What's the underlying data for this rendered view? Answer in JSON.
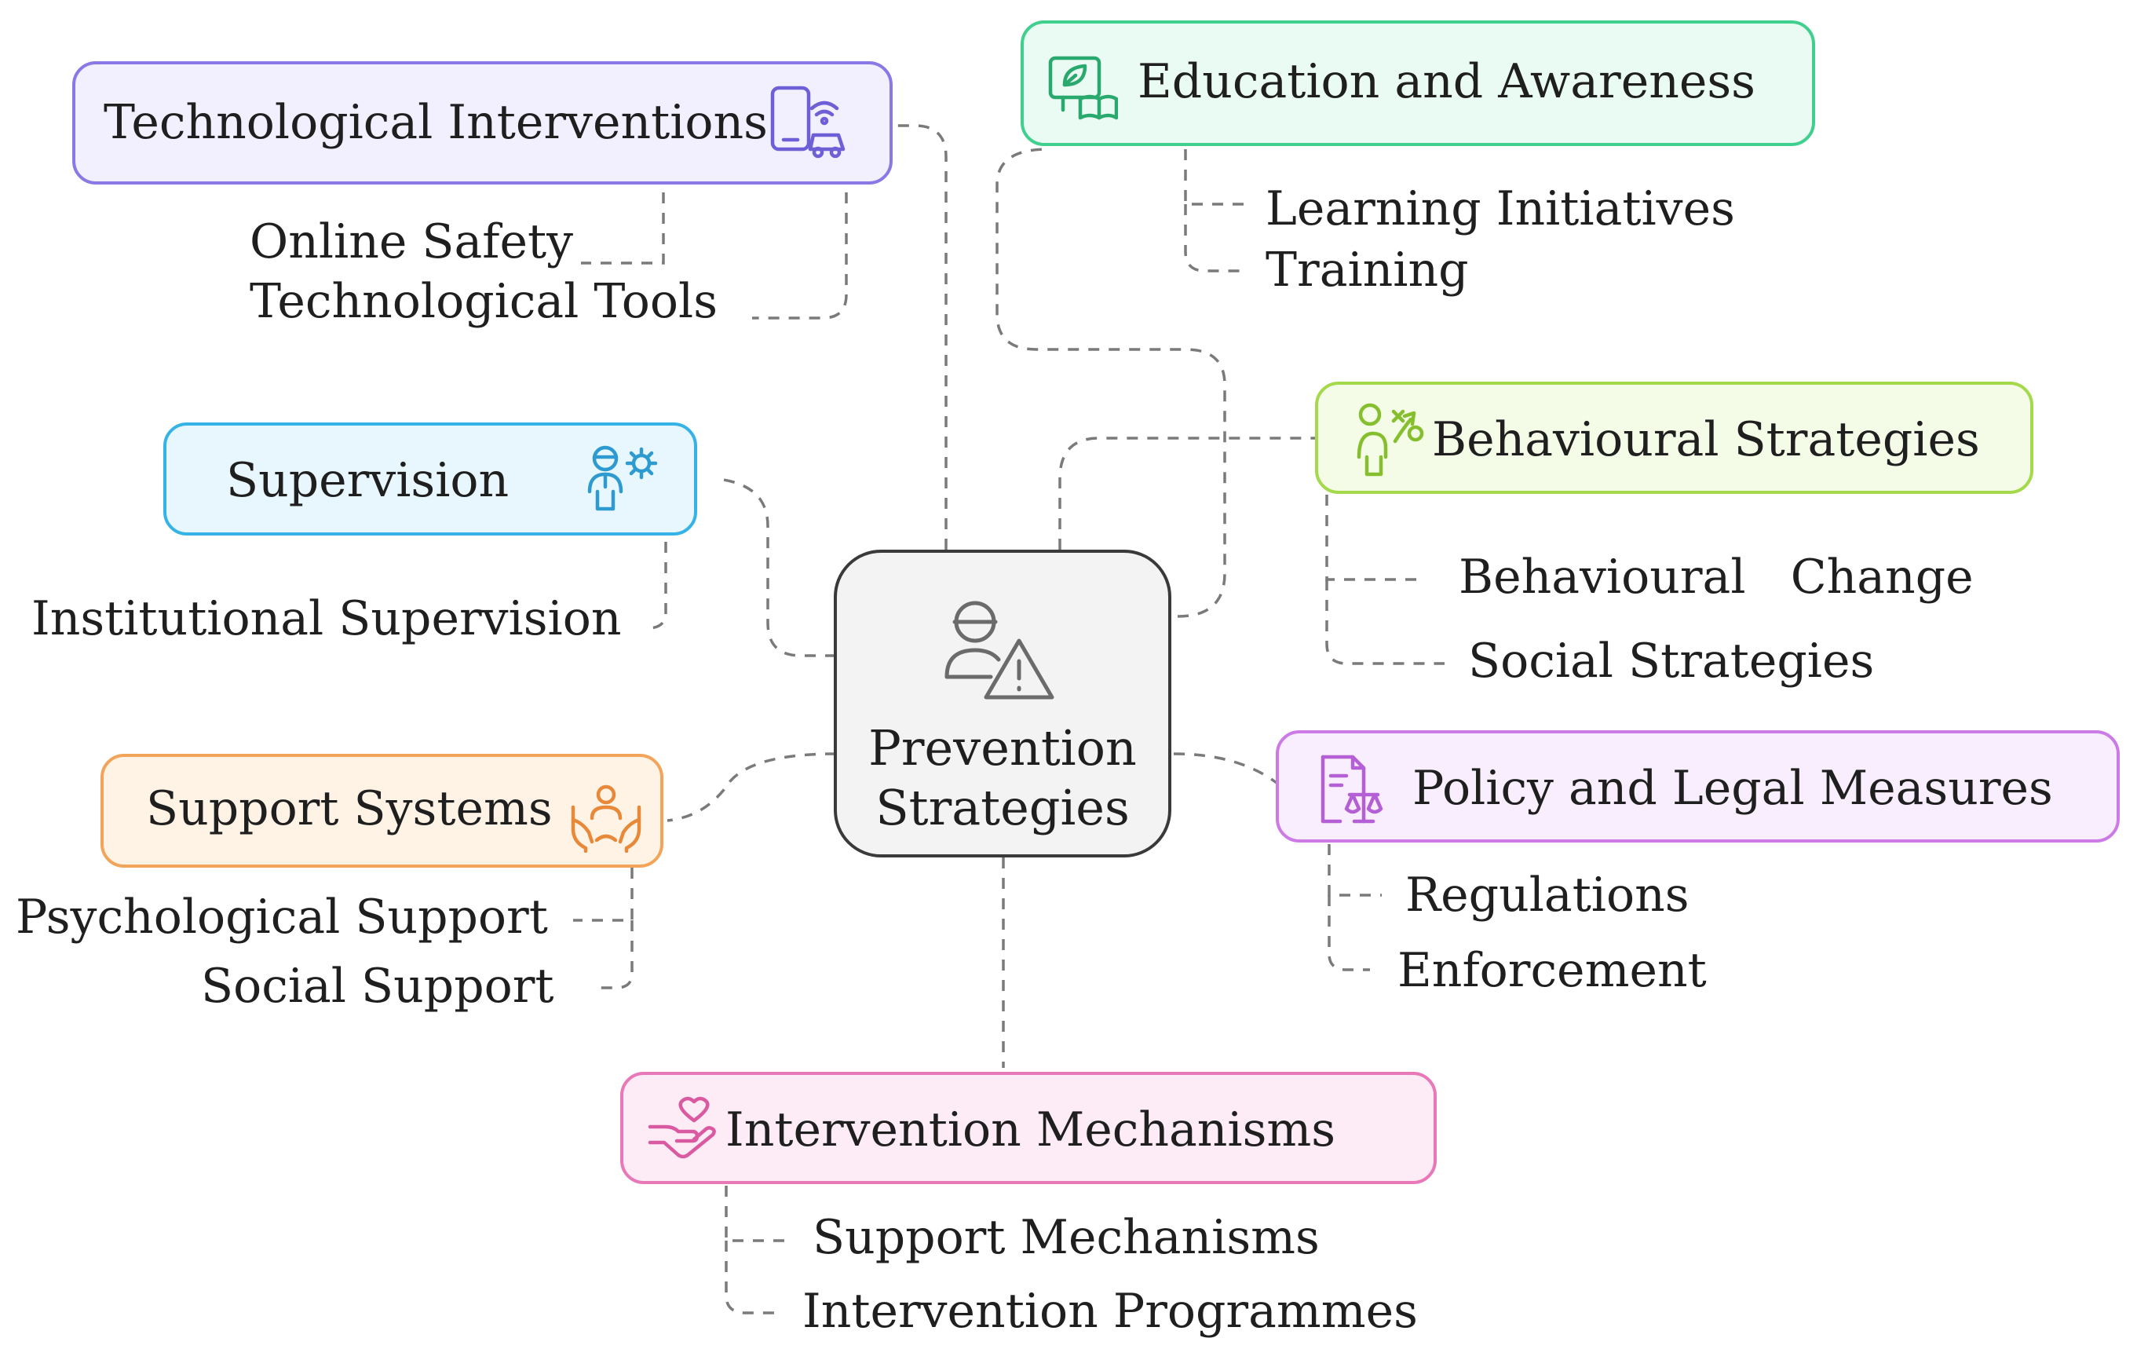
{
  "center": {
    "line1": "Prevention",
    "line2": "Strategies",
    "icon": "person-warning-icon"
  },
  "branches": {
    "technological": {
      "label": "Technological Interventions",
      "icon": "phone-car-signal-icon",
      "border": "#8a78e6",
      "fill": "#f2efff",
      "accent": "#6f5fd6",
      "items": [
        "Online Safety",
        "Technological Tools"
      ]
    },
    "education": {
      "label": "Education and Awareness",
      "icon": "screen-leaf-book-icon",
      "border": "#3fcf8e",
      "fill": "#e9fbf2",
      "accent": "#2aa96f",
      "items": [
        "Learning Initiatives",
        "Training"
      ]
    },
    "supervision": {
      "label": "Supervision",
      "icon": "person-gear-icon",
      "border": "#35b3e6",
      "fill": "#e8f7fd",
      "accent": "#2e9bd0",
      "items": [
        "Institutional Supervision"
      ]
    },
    "behavioural": {
      "label": "Behavioural Strategies",
      "icon": "person-strategy-icon",
      "border": "#a3d94a",
      "fill": "#f4fbe6",
      "accent": "#86bf2e",
      "items": [
        "Behavioural   Change",
        "Social Strategies"
      ]
    },
    "support": {
      "label": "Support Systems",
      "icon": "hands-person-icon",
      "border": "#f2a55a",
      "fill": "#fff3e6",
      "accent": "#e8893a",
      "items": [
        "Psychological Support",
        "Social Support"
      ]
    },
    "policy": {
      "label": "Policy and Legal Measures",
      "icon": "document-scale-icon",
      "border": "#cc7ae6",
      "fill": "#f9eefd",
      "accent": "#b45fd6",
      "items": [
        "Regulations",
        "Enforcement"
      ]
    },
    "intervention": {
      "label": "Intervention Mechanisms",
      "icon": "hand-heart-icon",
      "border": "#e878b8",
      "fill": "#fdebf5",
      "accent": "#d95aa0",
      "items": [
        "Support Mechanisms",
        "Intervention Programmes"
      ]
    }
  },
  "colors": {
    "connector": "#7a7a7a",
    "text": "#1f1f1f",
    "center_border": "#3a3a3a",
    "center_fill": "#f3f3f3"
  }
}
